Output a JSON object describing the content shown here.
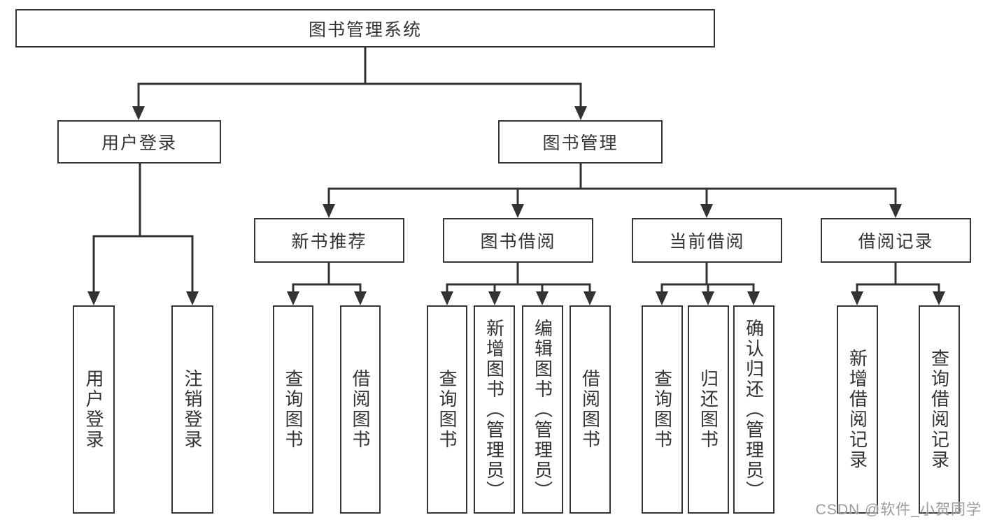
{
  "diagram": {
    "watermark": "CSDN @软件_小贺同学",
    "colors": {
      "line": "#333333",
      "box_border": "#363636",
      "box_background": "#ffffff",
      "text": "#333333",
      "watermark": "#9b9b9b",
      "background": "#ffffff"
    },
    "tree": {
      "root": "图书管理系统",
      "children": [
        {
          "label": "用户登录",
          "leaves": [
            "用户登录",
            "注销登录"
          ]
        },
        {
          "label": "图书管理",
          "children": [
            {
              "label": "新书推荐",
              "leaves": [
                "查询图书",
                "借阅图书"
              ]
            },
            {
              "label": "图书借阅",
              "leaves": [
                "查询图书",
                "新增图书（管理员）",
                "编辑图书（管理员）",
                "借阅图书"
              ]
            },
            {
              "label": "当前借阅",
              "leaves": [
                "查询图书",
                "归还图书",
                "确认归还（管理员）"
              ]
            },
            {
              "label": "借阅记录",
              "leaves": [
                "新增借阅记录",
                "查询借阅记录"
              ]
            }
          ]
        }
      ]
    }
  }
}
